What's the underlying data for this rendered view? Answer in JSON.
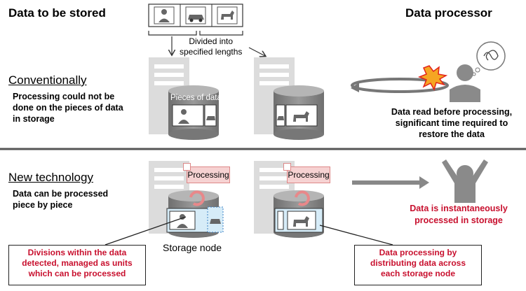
{
  "header": {
    "left_title": "Data to be stored",
    "right_title": "Data processor"
  },
  "top": {
    "divided_label_line1": "Divided into",
    "divided_label_line2": "specified lengths"
  },
  "conventional": {
    "section_title": "Conventionally",
    "description": "Processing could not be done on the pieces of data in storage",
    "pieces_label": "Pieces of data",
    "result_line1": "Data read before processing,",
    "result_line2": "significant time required to",
    "result_line3": "restore the data"
  },
  "new_tech": {
    "section_title": "New technology",
    "description": "Data can be processed piece by piece",
    "processing_label_1": "Processing",
    "processing_label_2": "Processing",
    "storage_node_label": "Storage node",
    "result_line1": "Data is instantaneously",
    "result_line2": "processed in storage",
    "callout_left_line1": "Divisions within the data",
    "callout_left_line2": "detected, managed as units",
    "callout_left_line3": "which can be processed",
    "callout_right_line1": "Data processing by",
    "callout_right_line2": "distributing data across",
    "callout_right_line3": "each storage node"
  },
  "colors": {
    "accent_red": "#c8102e",
    "server_gray": "#d9d9d9",
    "cylinder_gray": "#8c8c8c",
    "processing_pink": "#f6d2d2",
    "person_gray": "#8a8a8a",
    "divider": "#555555"
  },
  "icons": [
    "person-icon",
    "car-icon",
    "dog-icon",
    "server-icon",
    "database-icon",
    "explosion-icon",
    "thought-bubble-icon",
    "processing-cycle-icon"
  ]
}
